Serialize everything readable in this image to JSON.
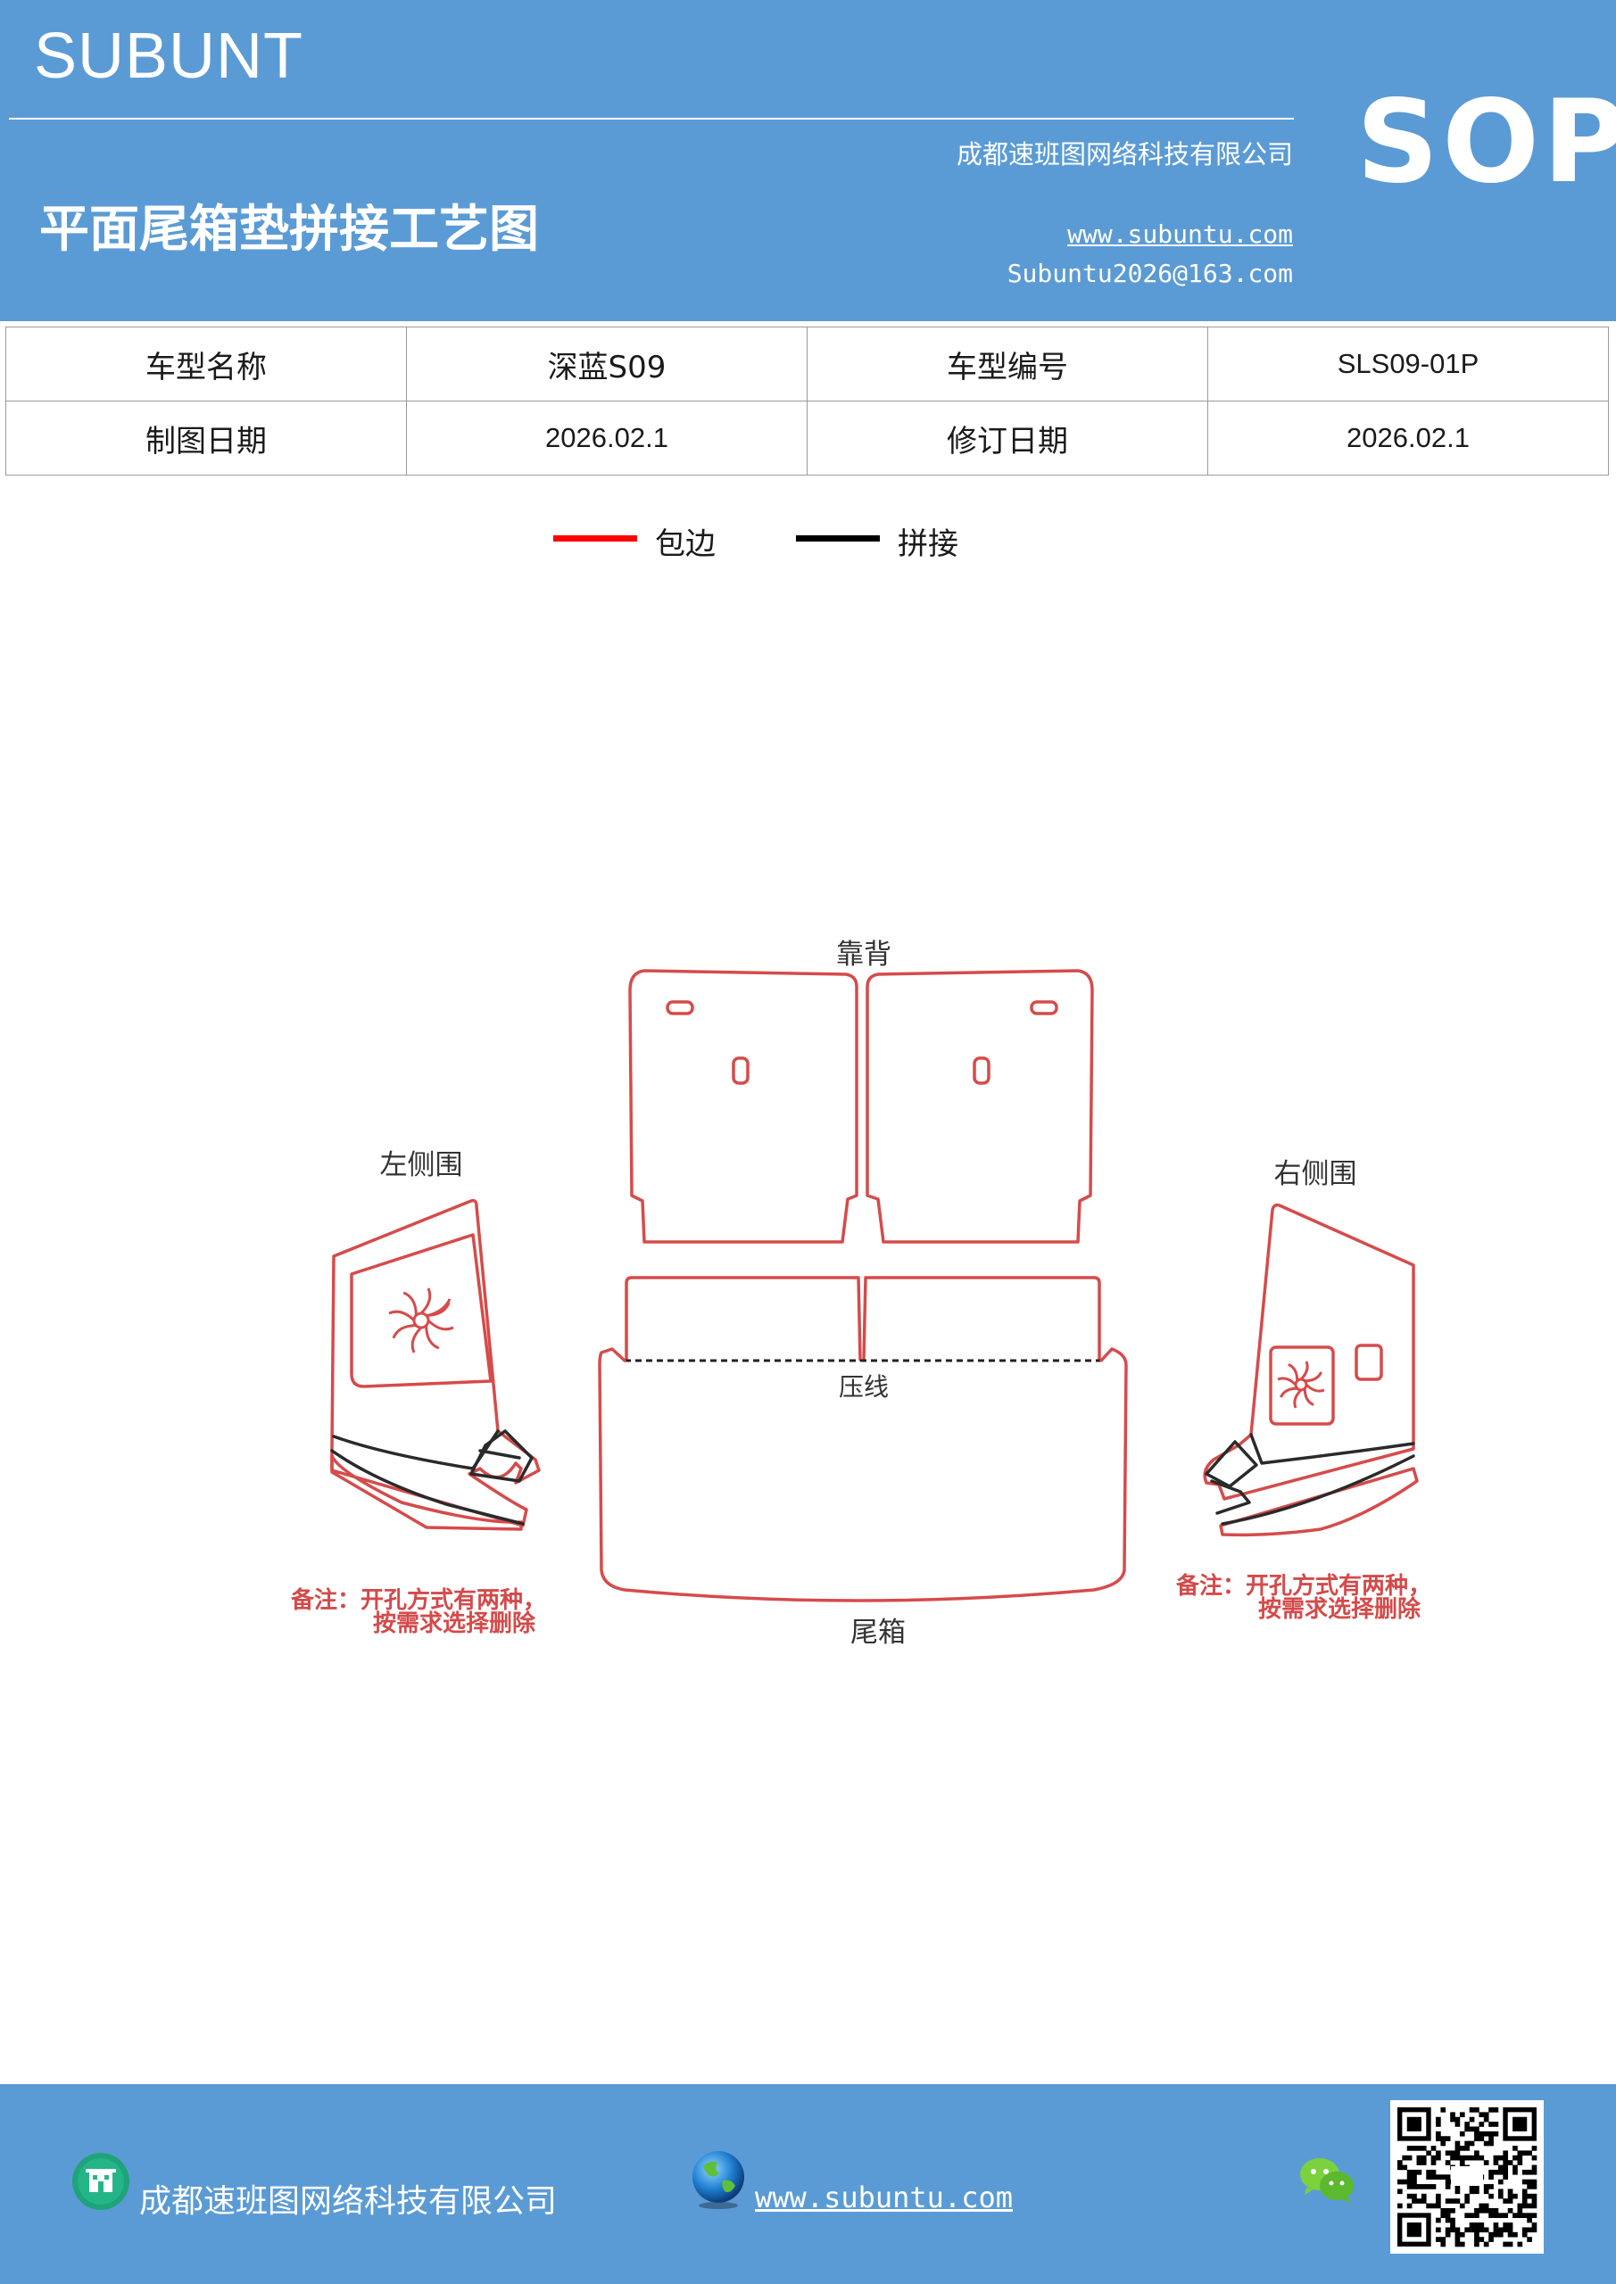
{
  "header": {
    "brand": "SUBUNT",
    "company": "成都速班图网络科技有限公司",
    "title": "平面尾箱垫拼接工艺图",
    "url": "www.subuntu.com",
    "email": "Subuntu2026@163.com",
    "badge": "SOP"
  },
  "info_table": {
    "rows": [
      {
        "label1": "车型名称",
        "value1": "深蓝S09",
        "label2": "车型编号",
        "value2": "SLS09-01P"
      },
      {
        "label1": "制图日期",
        "value1": "2026.02.1",
        "label2": "修订日期",
        "value2": "2026.02.1"
      }
    ]
  },
  "legend": {
    "items": [
      {
        "label": "包边",
        "color": "#ff0000"
      },
      {
        "label": "拼接",
        "color": "#000000"
      }
    ]
  },
  "diagram": {
    "labels": {
      "backrest": "靠背",
      "left_side": "左侧围",
      "right_side": "右侧围",
      "crease": "压线",
      "trunk": "尾箱"
    },
    "note_line1": "备注：开孔方式有两种，",
    "note_line2": "按需求选择删除",
    "edge_color": "#d64b4b",
    "seam_color": "#2a2a2a"
  },
  "footer": {
    "company": "成都速班图网络科技有限公司",
    "url": "www.subuntu.com",
    "icons": [
      "building-icon",
      "globe-icon",
      "wechat-icon",
      "qr-code"
    ]
  }
}
